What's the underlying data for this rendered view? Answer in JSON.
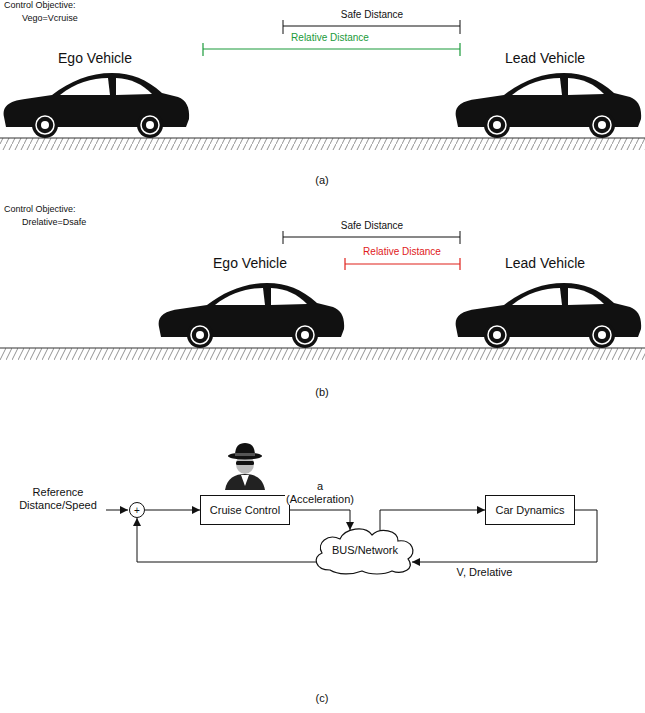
{
  "diagram": {
    "nodes": [
      {
        "text": [
          "+"
        ]
      },
      {
        "text": [
          "Cruise Control"
        ]
      },
      {
        "text": [
          "BUS/Network"
        ]
      },
      {
        "text": [
          "Car Dynamics"
        ]
      }
    ],
    "edges": [
      {
        "from": 0,
        "to": 1,
        "arrow": "to"
      },
      {
        "from": 1,
        "to": 2,
        "label": "a (Acceleration)",
        "arrow": "to"
      },
      {
        "from": 2,
        "to": 3,
        "arrow": "to"
      },
      {
        "from": 3,
        "to": 2,
        "label": "V, Drelative",
        "arrow": "to"
      },
      {
        "from": 2,
        "to": 0,
        "arrow": "to"
      }
    ],
    "labels": [
      "Control Objective:",
      "Vego=Vcruise",
      "Safe Distance",
      "Relative Distance",
      "Ego Vehicle",
      "Lead Vehicle",
      "(a)",
      "Control Objective:",
      "Drelative=Dsafe",
      "Safe Distance",
      "Relative Distance",
      "Ego Vehicle",
      "Lead Vehicle",
      "(b)",
      "Reference Distance/Speed",
      "(c)"
    ]
  }
}
